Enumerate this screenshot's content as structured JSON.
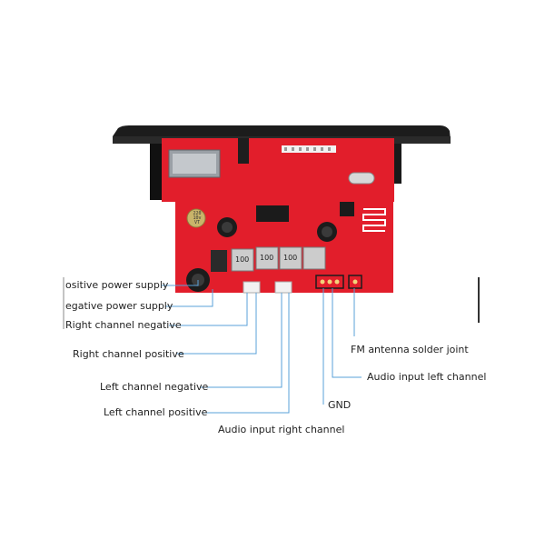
{
  "labels": {
    "pos_power": "ositive power supply",
    "neg_power": "egative power supply",
    "right_neg": "Right channel negative",
    "right_pos": "Right channel positive",
    "left_neg": "Left channel negative",
    "left_pos": "Left channel positive",
    "audio_in_right": "Audio input right channel",
    "gnd": "GND",
    "audio_in_left": "Audio input left channel",
    "fm_antenna": "FM antenna solder joint"
  },
  "board": {
    "cap_text": "220\n10v\nVT",
    "inductor_text": "100",
    "colors": {
      "pcb": "#e21e2b",
      "bezel": "#1c1c1c",
      "leader": "#5aa0d8"
    }
  }
}
